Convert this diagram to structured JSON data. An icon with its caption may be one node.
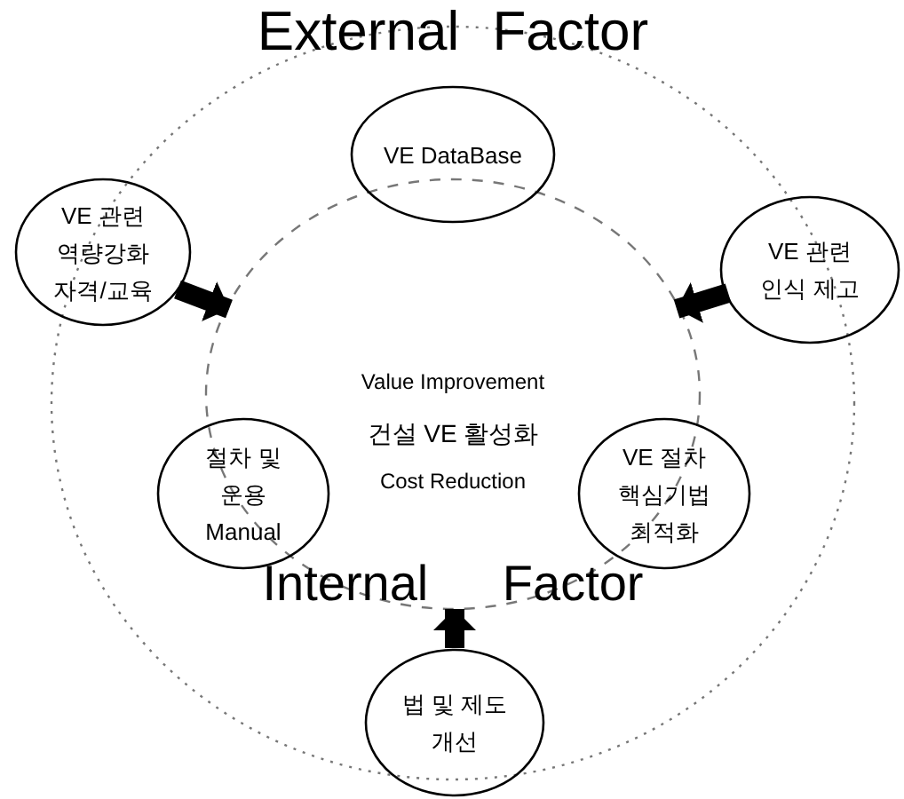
{
  "diagram": {
    "nodes": [
      {
        "text": [
          "External Factor"
        ]
      },
      {
        "text": [
          "Value Improvement",
          "건설 VE 활성화",
          "Cost Reduction",
          "Internal Factor"
        ],
        "in": 0
      },
      {
        "text": [
          "VE DataBase"
        ],
        "in": 0
      },
      {
        "text": [
          "VE 관련 역량강화 자격/교육"
        ]
      },
      {
        "text": [
          "VE 관련 인식 제고"
        ]
      },
      {
        "text": [
          "절차 및 운용 Manual"
        ],
        "in": 0
      },
      {
        "text": [
          "VE 절차 핵심기법 최적화"
        ],
        "in": 0
      },
      {
        "text": [
          "법 및 제도 개선"
        ]
      }
    ],
    "edges": [
      {
        "from": 3,
        "to": 1,
        "arrow": "to"
      },
      {
        "from": 4,
        "to": 1,
        "arrow": "to"
      },
      {
        "from": 7,
        "to": 1,
        "arrow": "to"
      }
    ]
  }
}
